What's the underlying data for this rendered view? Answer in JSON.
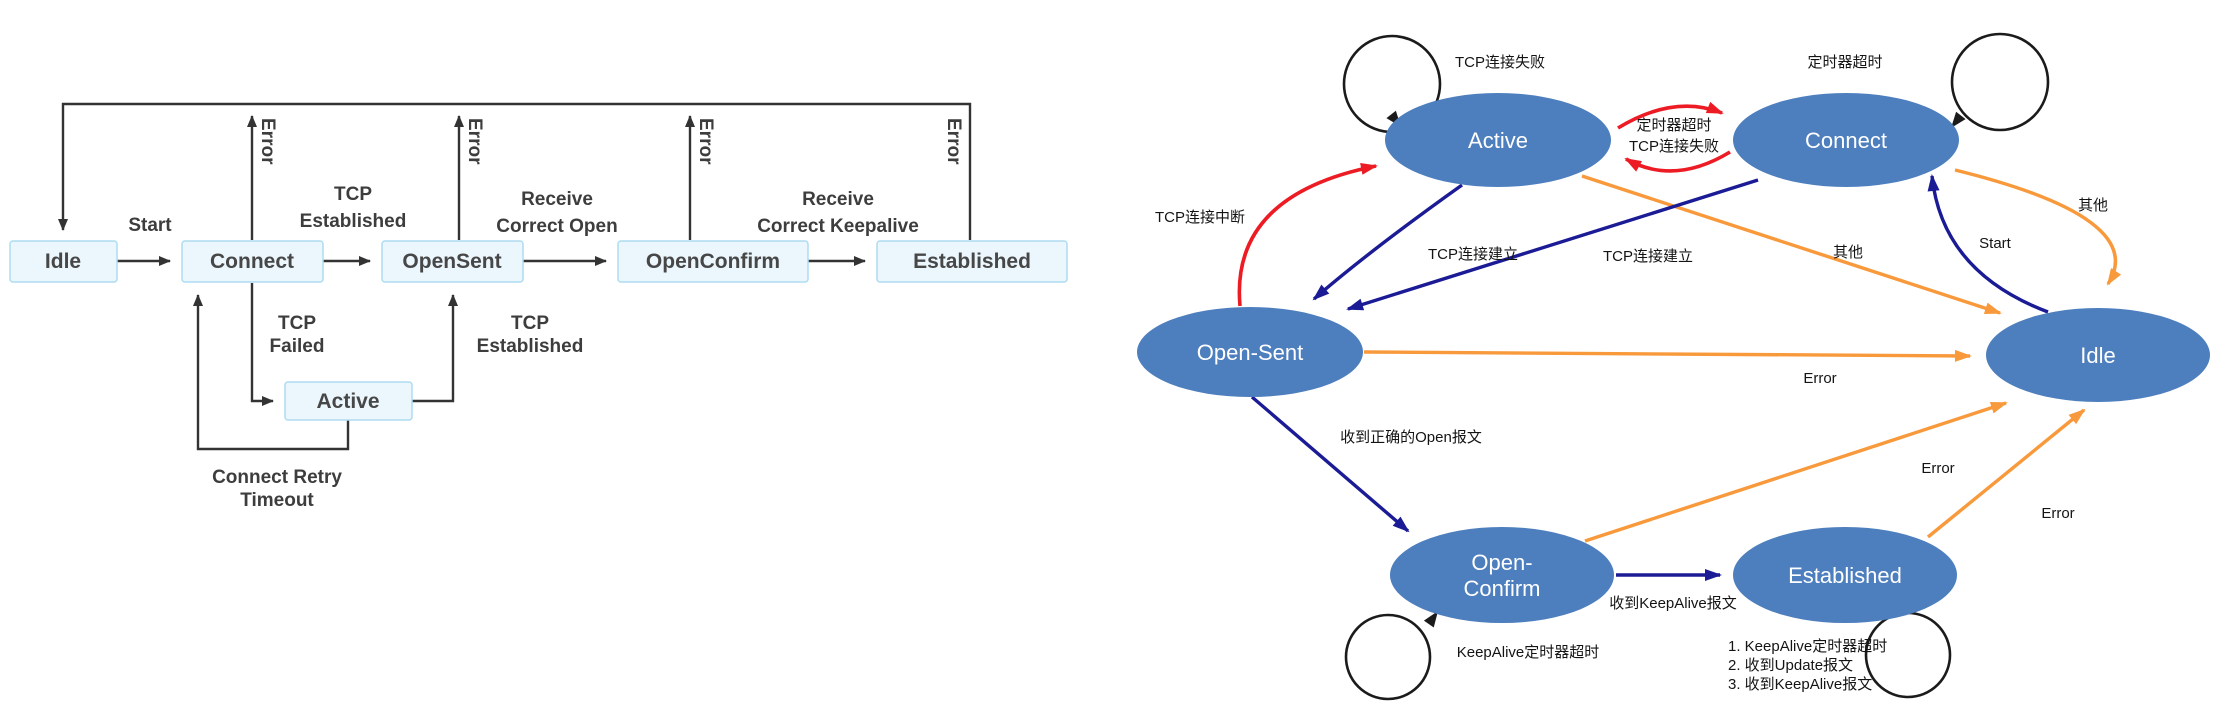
{
  "colors": {
    "node_blue": "#4d7ebd",
    "navy_arrow": "#1b1b96",
    "orange_arrow": "#f8993b",
    "red_arrow": "#ed1c24",
    "black_loop": "#1b1b1b",
    "left_line": "#333333",
    "left_box_fill": "#ebf7fd",
    "left_box_border": "#aedcf2"
  },
  "left_diagram": {
    "states": {
      "idle": "Idle",
      "connect": "Connect",
      "open_sent": "OpenSent",
      "open_confirm": "OpenConfirm",
      "established": "Established",
      "active": "Active"
    },
    "labels": {
      "start": "Start",
      "error": "Error",
      "tcp_established": [
        "TCP",
        "Established"
      ],
      "receive_correct_open": [
        "Receive",
        "Correct Open"
      ],
      "receive_correct_keepalive": [
        "Receive",
        "Correct Keepalive"
      ],
      "tcp_failed": [
        "TCP",
        "Failed"
      ],
      "connect_retry_timeout": [
        "Connect Retry",
        "Timeout"
      ]
    }
  },
  "right_diagram": {
    "states": {
      "active": "Active",
      "connect": "Connect",
      "open_sent": "Open-Sent",
      "idle": "Idle",
      "open_confirm": [
        "Open-",
        "Confirm"
      ],
      "established": "Established"
    },
    "labels": {
      "tcp_fail": "TCP连接失败",
      "timer_timeout": "定时器超时",
      "loop_pair": [
        "定时器超时",
        "TCP连接失败"
      ],
      "tcp_interrupt": "TCP连接中断",
      "tcp_establish": "TCP连接建立",
      "other": "其他",
      "start": "Start",
      "error": "Error",
      "recv_open": "收到正确的Open报文",
      "recv_keepalive": "收到KeepAlive报文",
      "keepalive_timer": "KeepAlive定时器超时",
      "established_list": [
        "1. KeepAlive定时器超时",
        "2. 收到Update报文",
        "3. 收到KeepAlive报文"
      ]
    }
  }
}
